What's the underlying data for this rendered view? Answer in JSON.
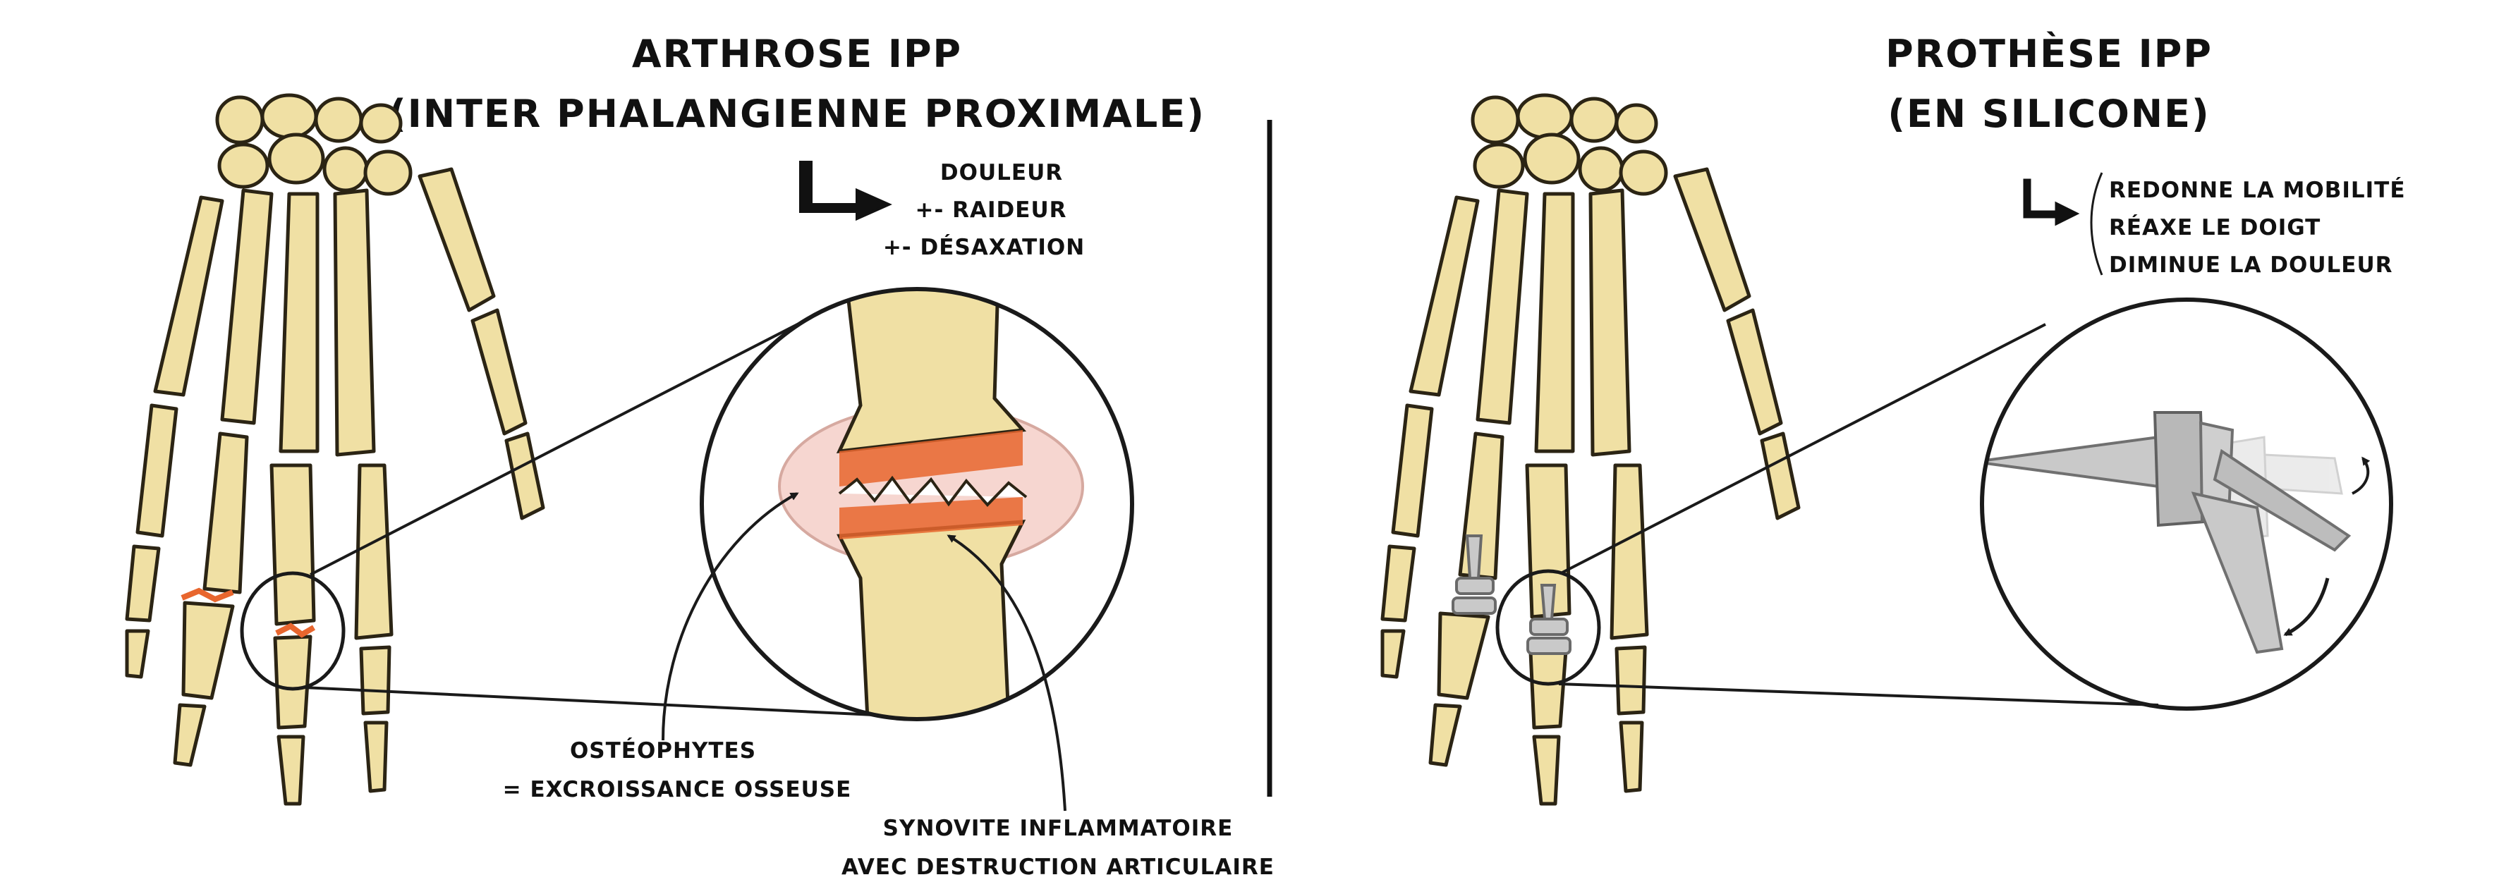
{
  "left": {
    "title_line1": "ARTHROSE IPP",
    "title_line2": "(INTER PHALANGIENNE PROXIMALE)",
    "symptoms": [
      "DOULEUR",
      "+- RAIDEUR",
      "+- DÉSAXATION"
    ],
    "osteophytes_line1": "OSTÉOPHYTES",
    "osteophytes_line2": "= EXCROISSANCE OSSEUSE",
    "synovitis_line1": "SYNOVITE INFLAMMATOIRE",
    "synovitis_line2": "AVEC DESTRUCTION ARTICULAIRE"
  },
  "right": {
    "title_line1": "PROTHÈSE IPP",
    "title_line2": "(EN SILICONE)",
    "benefits": [
      "REDONNE LA MOBILITÉ",
      "RÉAXE LE DOIGT",
      "DIMINUE LA DOULEUR"
    ]
  },
  "colors": {
    "bone": "#f0e0a4",
    "bone_outline": "#2b2414",
    "inflammation": "#e8662e",
    "synovium": "#f6d6d0",
    "implant": "#c9c9c9",
    "ink": "#1a1a1a"
  }
}
